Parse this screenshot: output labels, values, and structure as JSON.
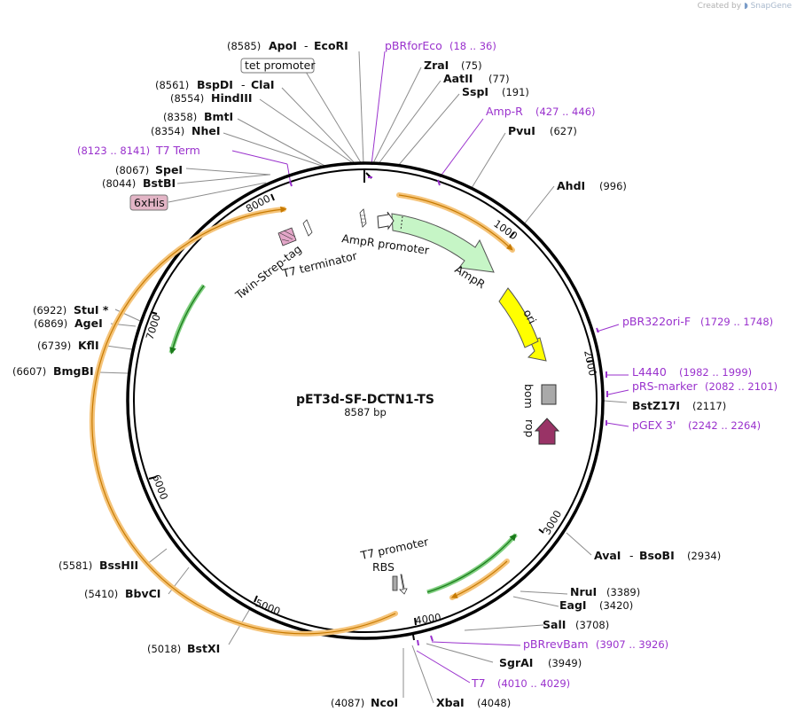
{
  "credit": {
    "prefix": "Created by",
    "brand": "SnapGene"
  },
  "plasmid": {
    "name": "pET3d-SF-DCTN1-TS",
    "length_label": "8587 bp"
  },
  "ticks": [
    "1000",
    "2000",
    "3000",
    "4000",
    "5000",
    "6000",
    "7000",
    "8000"
  ],
  "sites": [
    {
      "pos": "(8585)",
      "name": "ApoI",
      "name2": "EcoRI",
      "color": "#111111"
    },
    {
      "pos": "(8561)",
      "name": "BspDI",
      "name2": "ClaI"
    },
    {
      "pos": "(8554)",
      "name": "HindIII"
    },
    {
      "pos": "(8358)",
      "name": "BmtI"
    },
    {
      "pos": "(8354)",
      "name": "NheI"
    },
    {
      "pos": "(8067)",
      "name": "SpeI"
    },
    {
      "pos": "(8044)",
      "name": "BstBI"
    },
    {
      "pos": "(75)",
      "name": "ZraI"
    },
    {
      "pos": "(77)",
      "name": "AatII"
    },
    {
      "pos": "(191)",
      "name": "SspI"
    },
    {
      "pos": "(627)",
      "name": "PvuI"
    },
    {
      "pos": "(996)",
      "name": "AhdI"
    },
    {
      "pos": "(2117)",
      "name": "BstZ17I"
    },
    {
      "pos": "(2934)",
      "name": "AvaI",
      "name2": "BsoBI"
    },
    {
      "pos": "(3389)",
      "name": "NruI"
    },
    {
      "pos": "(3420)",
      "name": "EagI"
    },
    {
      "pos": "(3708)",
      "name": "SalI"
    },
    {
      "pos": "(3949)",
      "name": "SgrAI"
    },
    {
      "pos": "(4048)",
      "name": "XbaI"
    },
    {
      "pos": "(4087)",
      "name": "NcoI"
    },
    {
      "pos": "(5018)",
      "name": "BstXI"
    },
    {
      "pos": "(5410)",
      "name": "BbvCI"
    },
    {
      "pos": "(5581)",
      "name": "BssHII"
    },
    {
      "pos": "(6607)",
      "name": "BmgBI"
    },
    {
      "pos": "(6739)",
      "name": "KflI"
    },
    {
      "pos": "(6869)",
      "name": "AgeI"
    },
    {
      "pos": "(6922)",
      "name": "StuI *"
    }
  ],
  "primers": [
    {
      "name": "pBRforEco",
      "pos": "(18 .. 36)"
    },
    {
      "name": "Amp-R",
      "pos": "(427 .. 446)"
    },
    {
      "name": "T7 Term",
      "pos": "(8123 .. 8141)"
    },
    {
      "name": "pBR322ori-F",
      "pos": "(1729 .. 1748)"
    },
    {
      "name": "L4440",
      "pos": "(1982 .. 1999)"
    },
    {
      "name": "pRS-marker",
      "pos": "(2082 .. 2101)"
    },
    {
      "name": "pGEX 3'",
      "pos": "(2242 .. 2264)"
    },
    {
      "name": "pBRrevBam",
      "pos": "(3907 .. 3926)"
    },
    {
      "name": "T7",
      "pos": "(4010 .. 4029)"
    }
  ],
  "features": {
    "tet_promoter": "tet promoter",
    "his_tag": "6xHis",
    "twin_strep": "Twin-Strep-tag",
    "t7_terminator": "T7 terminator",
    "ampr_promoter": "AmpR promoter",
    "ampr": "AmpR",
    "ori": "ori",
    "bom": "bom",
    "rop": "rop",
    "t7_promoter": "T7 promoter",
    "rbs": "RBS"
  },
  "colors": {
    "primer": "#9a32cd",
    "ampr": "#c6f5c6",
    "ori": "#ffff00",
    "rop": "#993366",
    "bom": "#a9a9a9",
    "orf_band": "#f5c47a",
    "his_tag": "#e3b5c6",
    "cds_green": "#2ca02c"
  }
}
